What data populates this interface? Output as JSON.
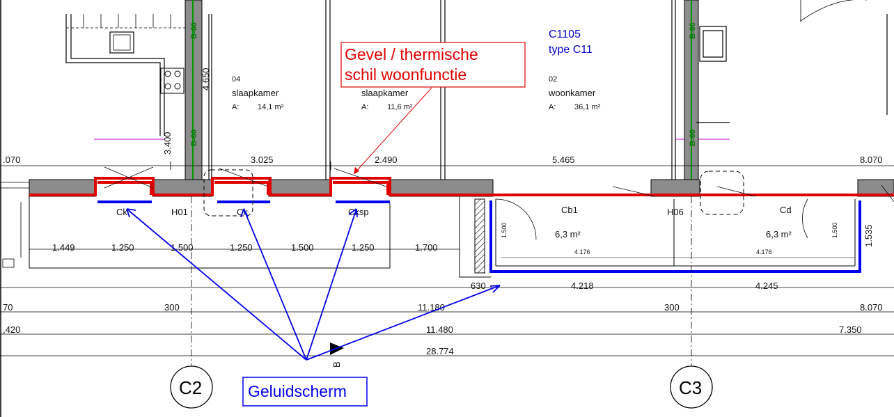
{
  "unit": {
    "code": "C1105",
    "type": "type C11"
  },
  "rooms": [
    {
      "nr": "04",
      "name": "slaapkamer",
      "area_prefix": "A:",
      "area": "14,1 m²"
    },
    {
      "nr": "",
      "name": "slaapkamer",
      "area_prefix": "A:",
      "area": "11,6 m²"
    },
    {
      "nr": "02",
      "name": "woonkamer",
      "area_prefix": "A:",
      "area": "36,1 m²"
    }
  ],
  "fire_labels": [
    "B-60",
    "B-60",
    "B-60",
    "B-60"
  ],
  "annotations": {
    "gevel_line1": "Gevel / thermische",
    "gevel_line2": "schil woonfunctie",
    "geluidscherm": "Geluidscherm"
  },
  "window_labels": [
    "Ck",
    "Ck",
    "Cksp"
  ],
  "wall_labels": [
    "H01",
    "H06"
  ],
  "balconies": [
    {
      "name": "Cb1",
      "area": "6,3 m²",
      "side": "1.500",
      "inner": "4.176",
      "width": "4.218"
    },
    {
      "name": "Cd",
      "area": "6,3 m²",
      "side": "1.500",
      "inner": "4.176",
      "width": "4.245",
      "depth": "1.535"
    }
  ],
  "dims_top": [
    ".070",
    "3.025",
    "2.490",
    "5.465",
    "8.070"
  ],
  "dims_vertical": [
    "4.650",
    "3.400"
  ],
  "dims_windows": [
    "1.449",
    "1.250",
    "1.500",
    "1.250",
    "1.500",
    "1.250",
    "1.700"
  ],
  "dims_bottom": {
    "row1": [
      "630"
    ],
    "row2": [
      "70",
      "300",
      "11.180",
      "300",
      "8.070"
    ],
    "row3": [
      ",420",
      "11.480",
      "7.350"
    ],
    "row4": [
      "28.774"
    ]
  },
  "section_mark": "B",
  "grid_axes": [
    "C2",
    "C3"
  ],
  "colors": {
    "red": "#e00000",
    "blue": "#0000ee",
    "wall": "#8c8c8c",
    "green": "#009900"
  }
}
